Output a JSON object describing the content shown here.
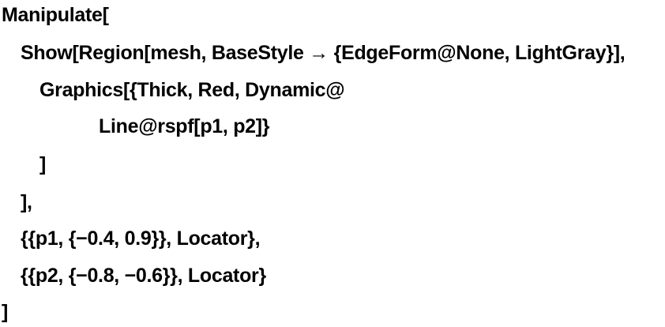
{
  "code": {
    "lines": [
      "Manipulate[",
      "Show[Region[mesh, BaseStyle → {EdgeForm@None, LightGray}],",
      "Graphics[{Thick, Red, Dynamic@",
      "Line@rspf[p1, p2]}",
      "]",
      "],",
      "{{p1, {−0.4, 0.9}}, Locator},",
      "{{p2, {−0.8, −0.6}}, Locator}",
      "]"
    ]
  }
}
